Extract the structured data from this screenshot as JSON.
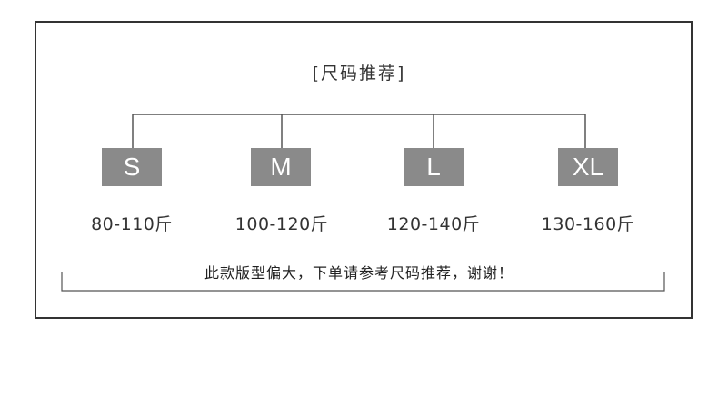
{
  "title": "[尺码推荐]",
  "sizes": [
    {
      "label": "S",
      "weight": "80-110斤"
    },
    {
      "label": "M",
      "weight": "100-120斤"
    },
    {
      "label": "L",
      "weight": "120-140斤"
    },
    {
      "label": "XL",
      "weight": "130-160斤"
    }
  ],
  "note": "此款版型偏大，下单请参考尺码推荐，谢谢！",
  "colors": {
    "box": "#8a8a8a",
    "line": "#555555",
    "text": "#333333"
  }
}
